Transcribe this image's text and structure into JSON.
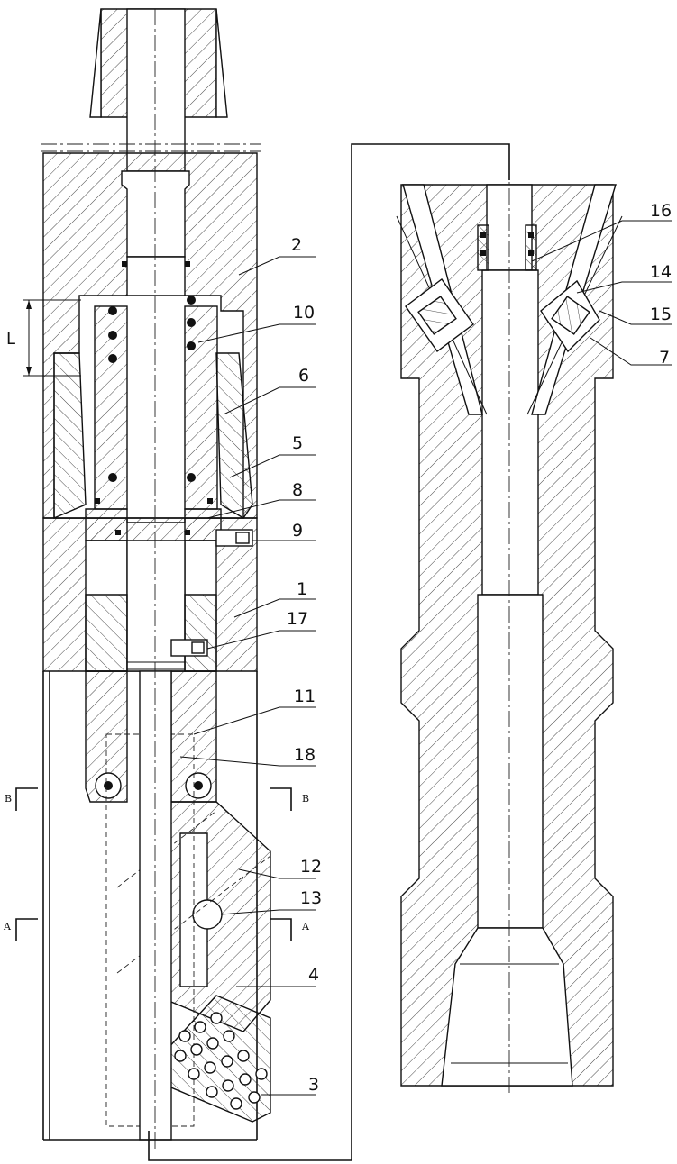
{
  "drawing": {
    "callouts": {
      "n1": "1",
      "n2": "2",
      "n3": "3",
      "n4": "4",
      "n5": "5",
      "n6": "6",
      "n7": "7",
      "n8": "8",
      "n9": "9",
      "n10": "10",
      "n11": "11",
      "n12": "12",
      "n13": "13",
      "n14": "14",
      "n15": "15",
      "n16": "16",
      "n17": "17",
      "n18": "18"
    },
    "dimension_L": "L",
    "section_B": "B",
    "section_A": "A"
  }
}
